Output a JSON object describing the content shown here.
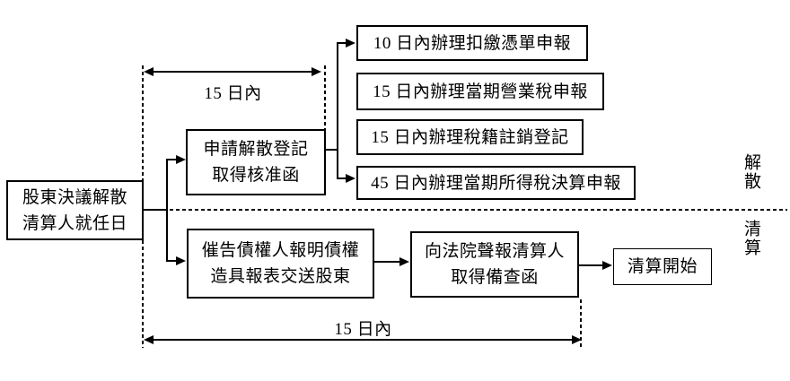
{
  "diagram": {
    "start": {
      "line1": "股東決議解散",
      "line2": "清算人就任日"
    },
    "dissolution": {
      "section_label": "解散",
      "duration_label": "15 日內",
      "apply": {
        "line1": "申請解散登記",
        "line2": "取得核准函"
      },
      "tasks": [
        "10 日內辦理扣繳憑單申報",
        "15 日內辦理當期營業稅申報",
        "15 日內辦理稅籍註銷登記",
        "45 日內辦理當期所得稅決算申報"
      ]
    },
    "liquidation": {
      "section_label": "清算",
      "duration_label": "15 日內",
      "notify": {
        "line1": "催告債權人報明債權",
        "line2": "造具報表交送股東"
      },
      "court": {
        "line1": "向法院聲報清算人",
        "line2": "取得備查函"
      },
      "begin": "清算開始"
    },
    "colors": {
      "line": "#000000",
      "background": "#ffffff"
    }
  }
}
